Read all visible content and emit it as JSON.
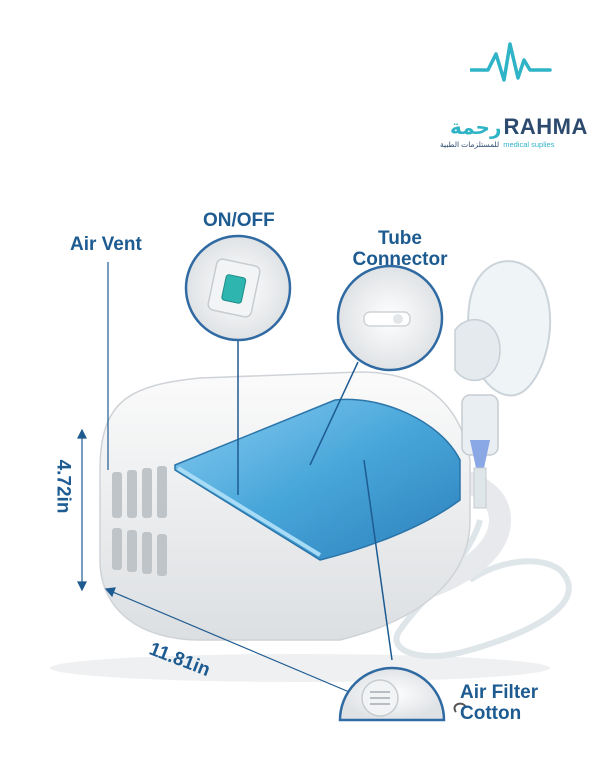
{
  "logo": {
    "arabic_name": "رحمة",
    "brand": "RAHMA",
    "tagline_ar": "للمستلزمات الطبية",
    "tagline_en": "medical suplies"
  },
  "labels": {
    "air_vent": "Air Vent",
    "on_off": "ON/OFF",
    "tube_connector_line1": "Tube",
    "tube_connector_line2": "Connector",
    "air_filter_line1": "Air Filter",
    "air_filter_line2": "Cotton",
    "height": "4.72in",
    "width": "11.81in"
  },
  "colors": {
    "label_blue": "#1e5b91",
    "logo_teal": "#2fb3c6",
    "lid_blue": "#3aa0d8"
  }
}
